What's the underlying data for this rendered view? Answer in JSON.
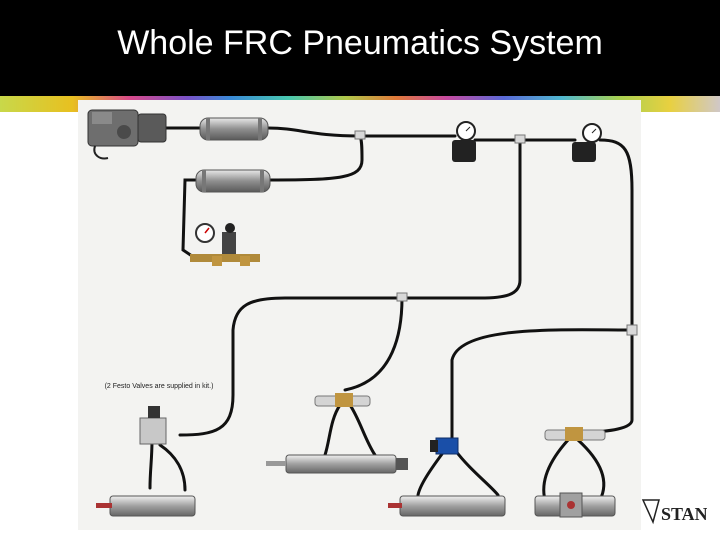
{
  "slide": {
    "title": "Whole FRC Pneumatics System"
  },
  "callout": {
    "text": "(2 Festo Valves are supplied in kit.)"
  },
  "logo": {
    "text": "STANG"
  },
  "colors": {
    "title_bg": "#000000",
    "title_text": "#ffffff",
    "tubing": "#111111",
    "tank": "#9a9a9a",
    "board": "#f3f3f1"
  }
}
